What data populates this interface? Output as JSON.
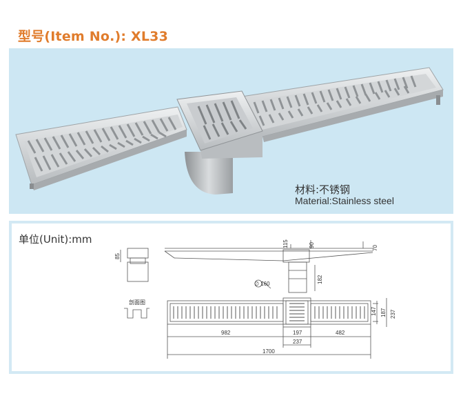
{
  "title": "型号(Item No.): XL33",
  "material": {
    "cn": "材料:不锈钢",
    "en": "Material:Stainless steel"
  },
  "drawing": {
    "unit_label": "单位(Unit):mm",
    "section_label": "剖面图",
    "dimensions": {
      "d115": "115",
      "d90": "90",
      "d70": "70",
      "d85": "85",
      "d182": "182",
      "d160": "∅ 160",
      "d147": "147",
      "d187": "187",
      "d237_side": "237",
      "d982": "982",
      "d197": "197",
      "d482": "482",
      "d237_bottom": "237",
      "d1700": "1700"
    }
  },
  "colors": {
    "title": "#e07c2c",
    "panel_bg": "#cde7f3",
    "panel_border": "#d3e9f4"
  }
}
